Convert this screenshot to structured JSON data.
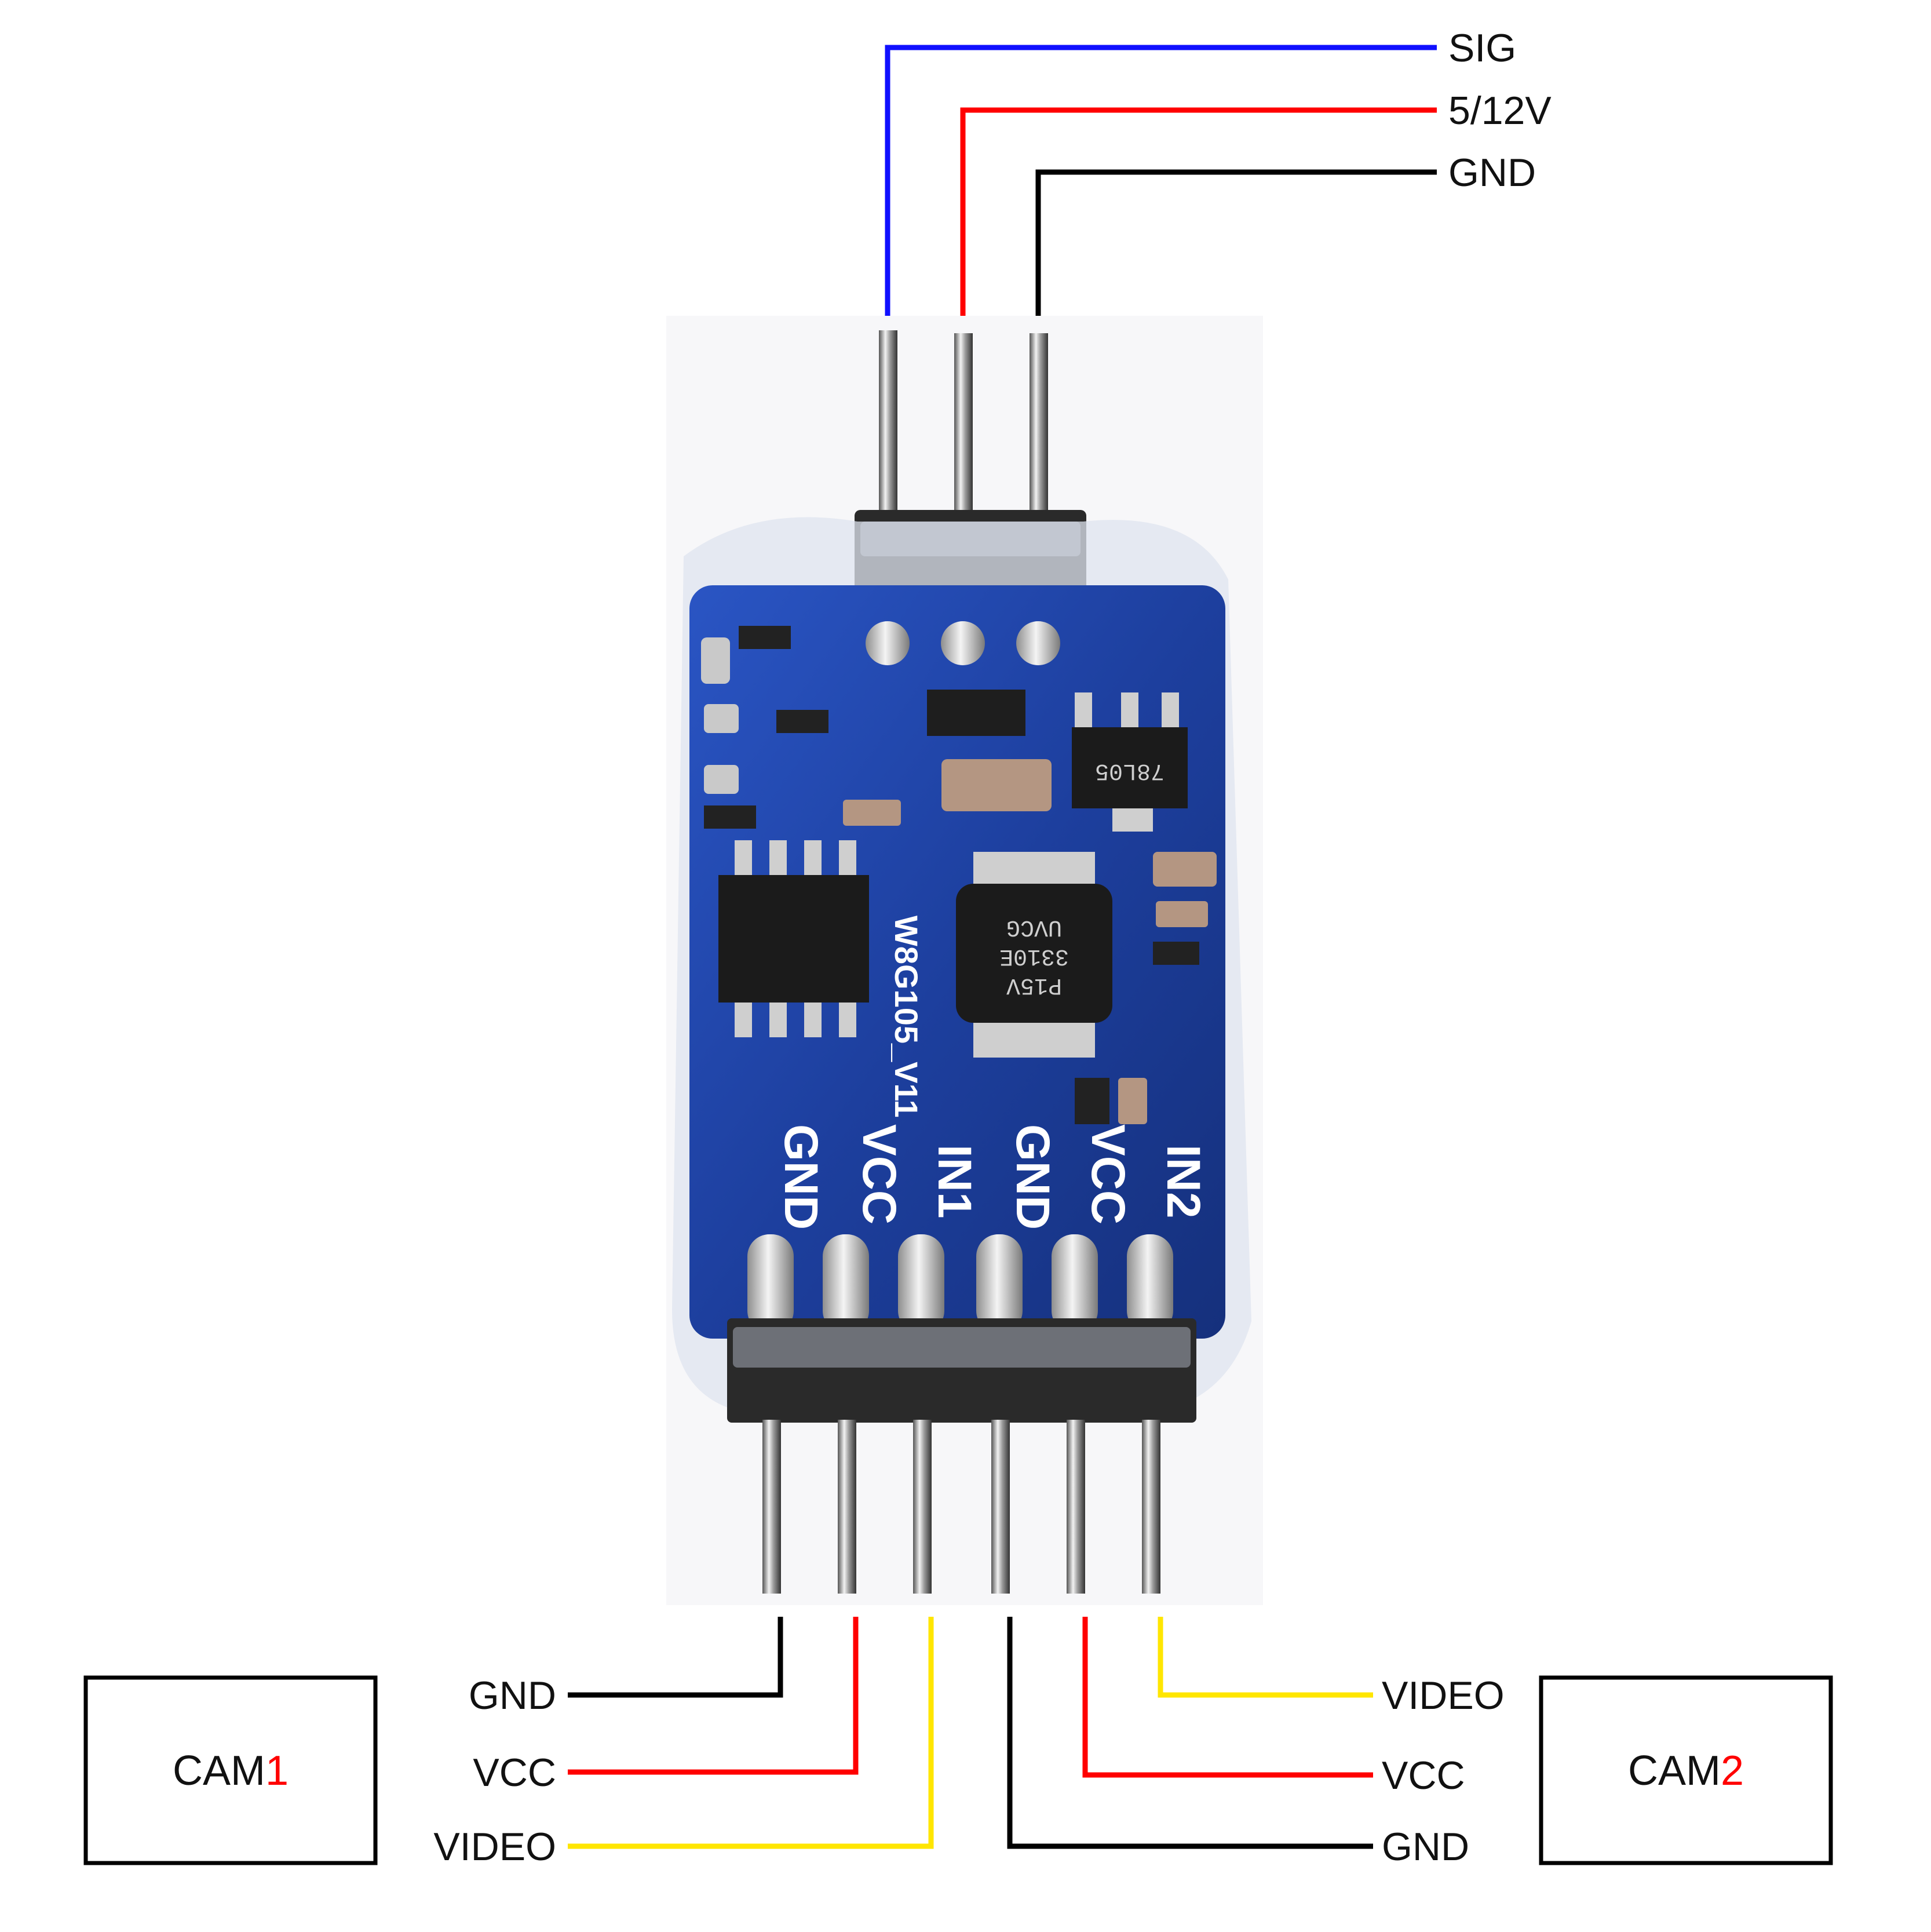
{
  "top_connector": {
    "pins": [
      {
        "label": "SIG",
        "color": "#1010ff"
      },
      {
        "label": "5/12V",
        "color": "#ff0000"
      },
      {
        "label": "GND",
        "color": "#000000"
      }
    ]
  },
  "board": {
    "model_text": "W8G105_V11",
    "chip_marking_line1": "P15V",
    "chip_marking_line2": "3310E",
    "chip_marking_line3": "UVCG",
    "regulator_marking": "78L05",
    "silkscreen": [
      "GND",
      "VCC",
      "IN1",
      "GND",
      "VCC",
      "IN2"
    ],
    "pcb_color": "#1d3f9e"
  },
  "cam1": {
    "name_prefix": "CAM",
    "name_number": "1",
    "wires": [
      {
        "label": "GND",
        "color": "#000000"
      },
      {
        "label": "VCC",
        "color": "#ff0000"
      },
      {
        "label": "VIDEO",
        "color": "#ffe600"
      }
    ]
  },
  "cam2": {
    "name_prefix": "CAM",
    "name_number": "2",
    "wires": [
      {
        "label": "VIDEO",
        "color": "#ffe600"
      },
      {
        "label": "VCC",
        "color": "#ff0000"
      },
      {
        "label": "GND",
        "color": "#000000"
      }
    ]
  }
}
